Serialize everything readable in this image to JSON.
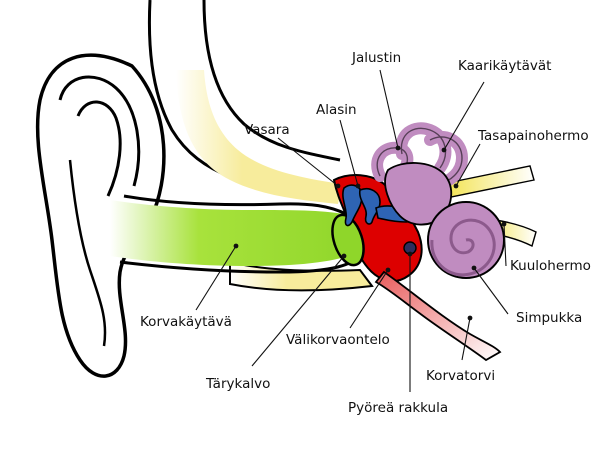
{
  "labels": {
    "jalustin": "Jalustin",
    "kaarikaytavat": "Kaarikäytävät",
    "alasin": "Alasin",
    "vasara": "Vasara",
    "tasapainohermo": "Tasapainohermo",
    "kuulohermo": "Kuulohermo",
    "simpukka": "Simpukka",
    "korvakaytava": "Korvakäytävä",
    "valikorvaontelo": "Välikorvaontelo",
    "tarykalvo": "Tärykalvo",
    "korvatorvi": "Korvatorvi",
    "pyorea_rakkula": "Pyöreä rakkula"
  },
  "colors": {
    "canal": "#a8e23c",
    "bone": "#f7ec9c",
    "middle_ear": "#dd0000",
    "ossicles": "#2e64b4",
    "inner_ear": "#c08cc0",
    "tube": "#e85a5a",
    "outline": "#000000"
  }
}
